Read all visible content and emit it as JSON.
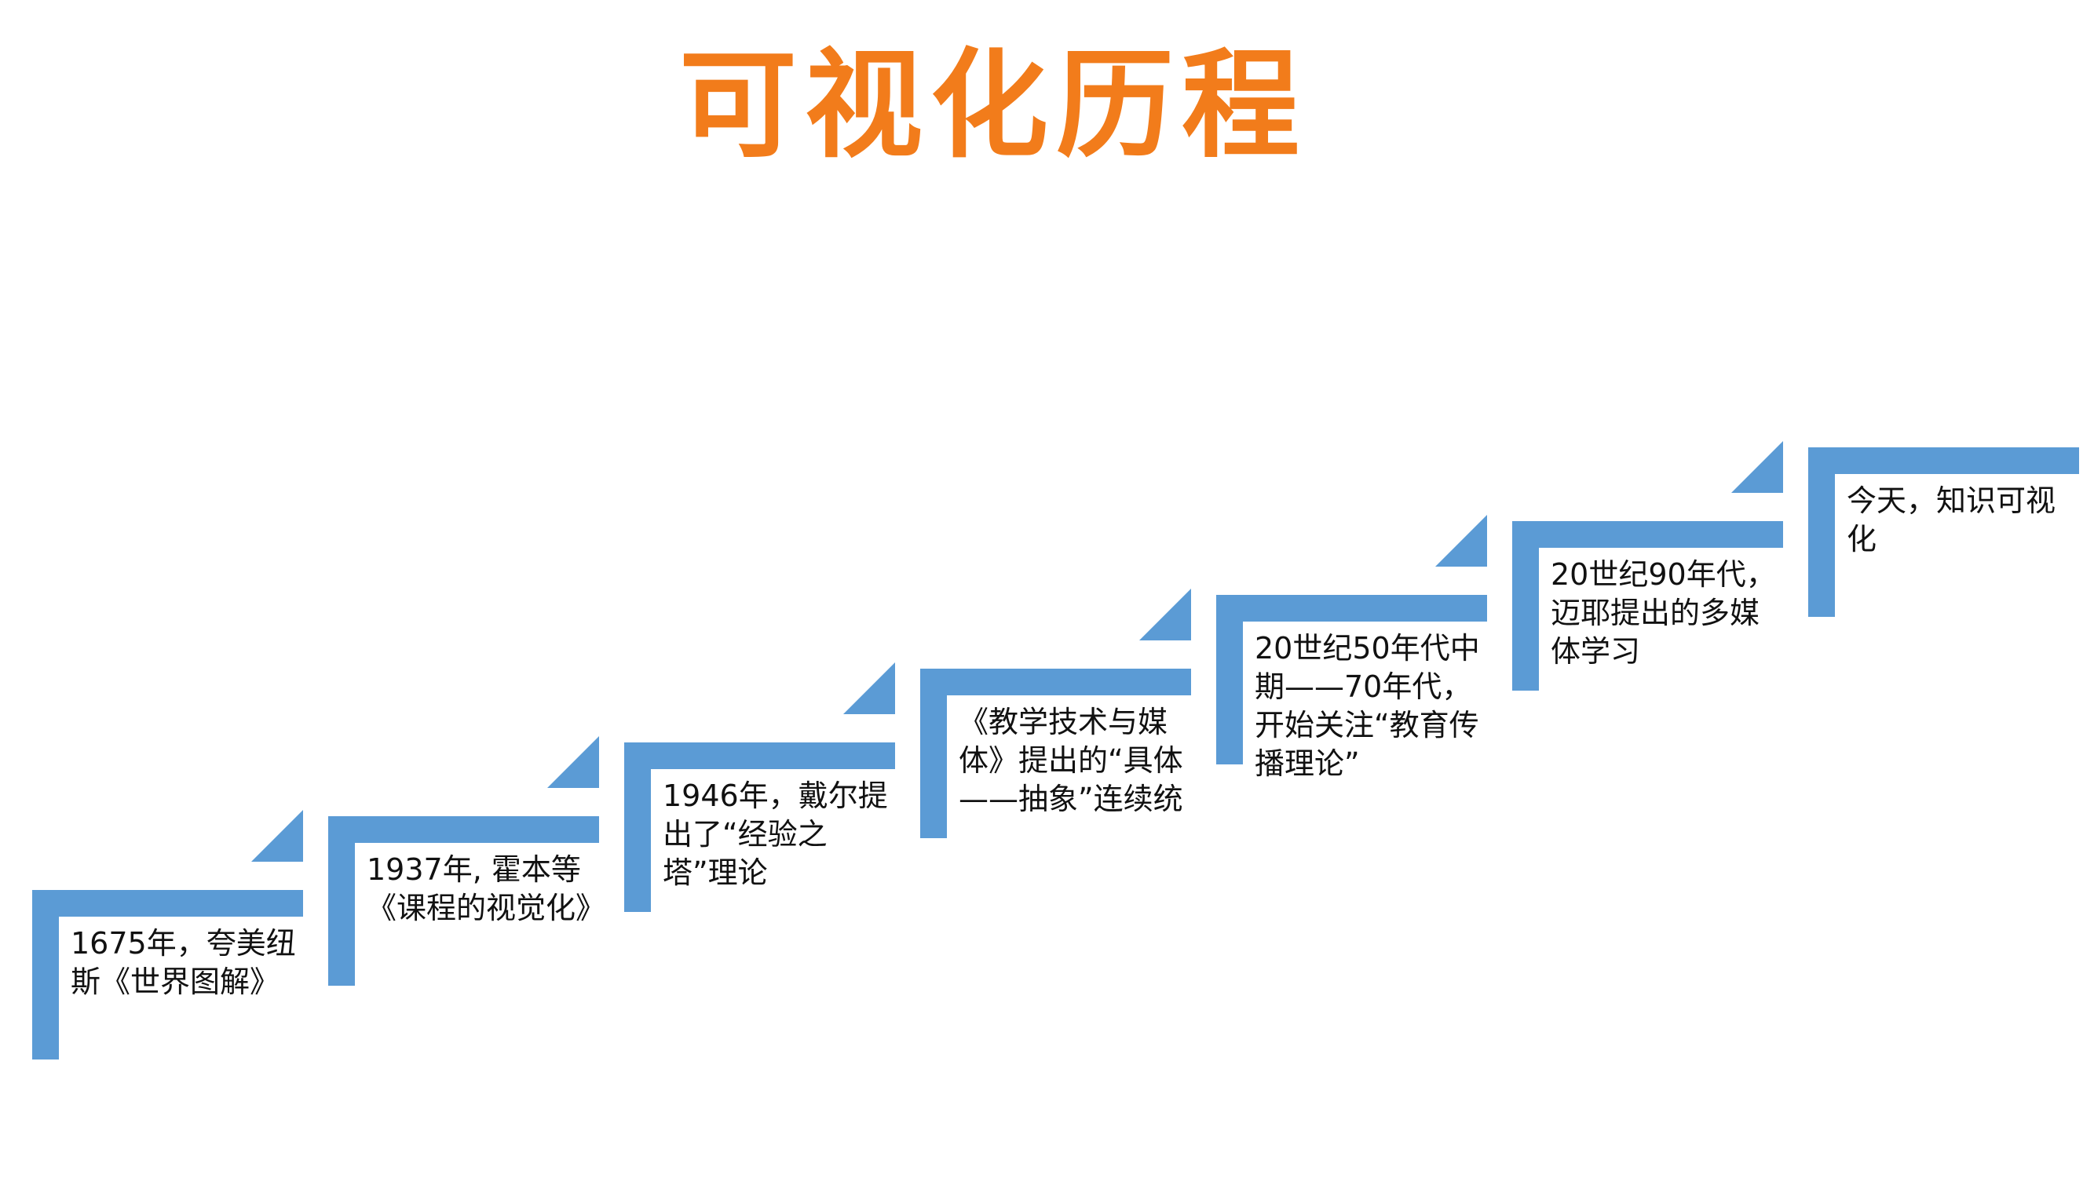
{
  "title": "可视化历程",
  "colors": {
    "title": "#F27C1B",
    "step": "#5B9BD5"
  },
  "steps": [
    {
      "text": "1675年，夸美纽斯《世界图解》"
    },
    {
      "text": "1937年, 霍本等《课程的视觉化》"
    },
    {
      "text": "1946年，戴尔提出了“经验之塔”理论"
    },
    {
      "text": "《教学技术与媒体》提出的“具体——抽象”连续统"
    },
    {
      "text": "20世纪50年代中期——70年代，开始关注“教育传播理论”"
    },
    {
      "text": "20世纪90年代，迈耶提出的多媒体学习"
    },
    {
      "text": "今天，知识可视化"
    }
  ]
}
